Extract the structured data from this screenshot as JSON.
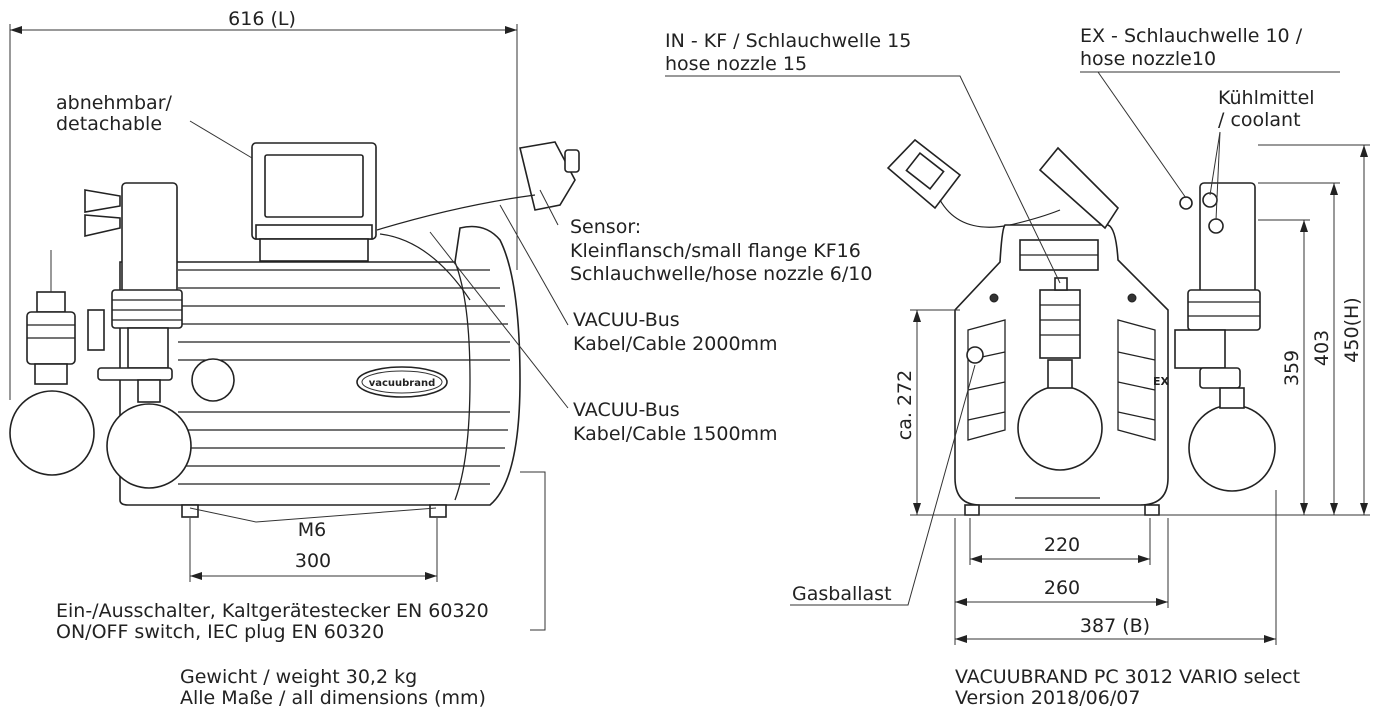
{
  "left_view": {
    "dim_length": "616 (L)",
    "detachable": [
      "abnehmbar/",
      "detachable"
    ],
    "sensor": [
      "Sensor:",
      "Kleinflansch/small flange KF16",
      "Schlauchwelle/hose nozzle 6/10"
    ],
    "bus_cable_2000": [
      "VACUU-Bus",
      "Kabel/Cable 2000mm"
    ],
    "bus_cable_1500": [
      "VACUU-Bus",
      "Kabel/Cable 1500mm"
    ],
    "thread": "M6",
    "dim_300": "300",
    "switch": [
      "Ein-/Ausschalter, Kaltgerätestecker EN 60320",
      "ON/OFF switch, IEC plug EN 60320"
    ],
    "weight": [
      "Gewicht / weight 30,2 kg",
      "Alle Maße / all dimensions (mm)"
    ],
    "brand_badge": "vacuubrand"
  },
  "right_view": {
    "inlet": [
      "IN - KF / Schlauchwelle 15",
      "hose nozzle 15"
    ],
    "exhaust": [
      "EX - Schlauchwelle 10 /",
      "hose nozzle10"
    ],
    "coolant": [
      "Kühlmittel",
      "/ coolant"
    ],
    "dim_450": "450(H)",
    "dim_403": "403",
    "dim_359": "359",
    "dim_272": "ca. 272",
    "dim_220": "220",
    "dim_260": "260",
    "dim_387": "387 (B)",
    "gas_ballast": "Gasballast",
    "ex_mark": "EX",
    "model": [
      "VACUUBRAND PC 3012 VARIO select",
      "Version 2018/06/07"
    ]
  }
}
